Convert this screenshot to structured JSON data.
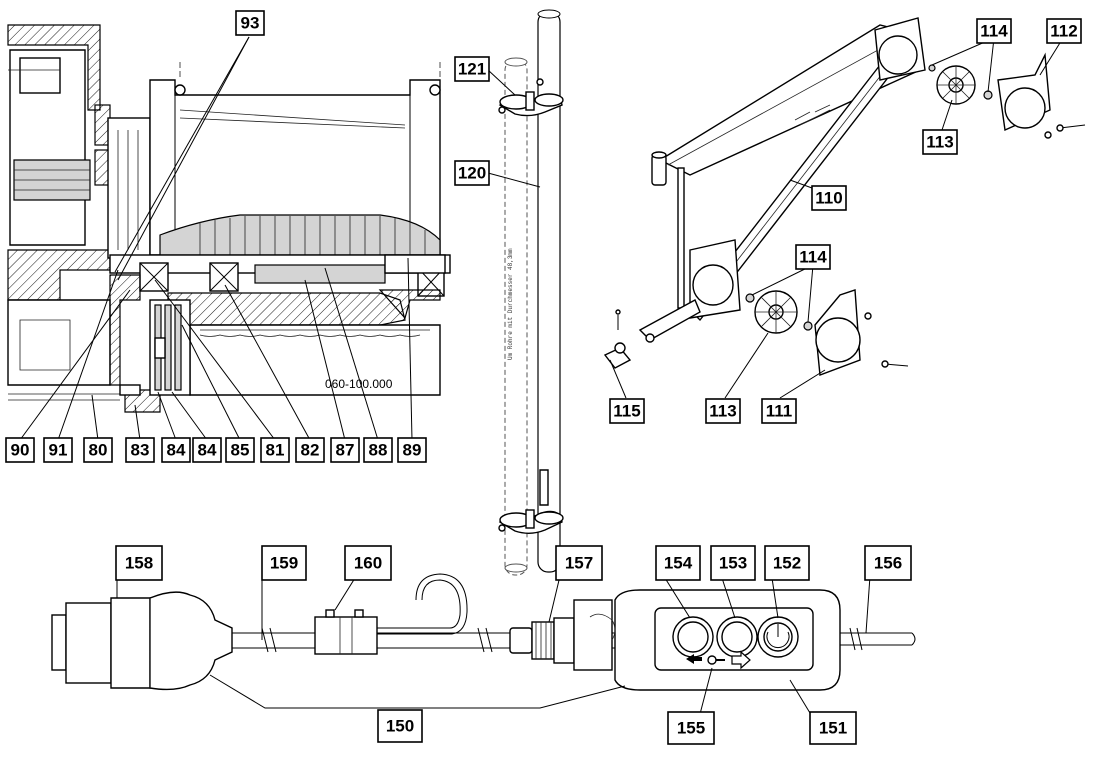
{
  "drawing_number": "060-100.000",
  "tube_text": "Um Rohre mit Durchmesser 48,3mm",
  "labels": {
    "p93": "93",
    "p90": "90",
    "p91": "91",
    "p80": "80",
    "p83": "83",
    "p84a": "84",
    "p84b": "84",
    "p85": "85",
    "p81": "81",
    "p82": "82",
    "p87": "87",
    "p88": "88",
    "p89": "89",
    "p121": "121",
    "p120": "120",
    "p114a": "114",
    "p114b": "114",
    "p112": "112",
    "p113a": "113",
    "p113b": "113",
    "p110": "110",
    "p115": "115",
    "p111": "111",
    "p158": "158",
    "p159": "159",
    "p160": "160",
    "p157": "157",
    "p154": "154",
    "p153": "153",
    "p152": "152",
    "p156": "156",
    "p150": "150",
    "p155": "155",
    "p151": "151"
  }
}
